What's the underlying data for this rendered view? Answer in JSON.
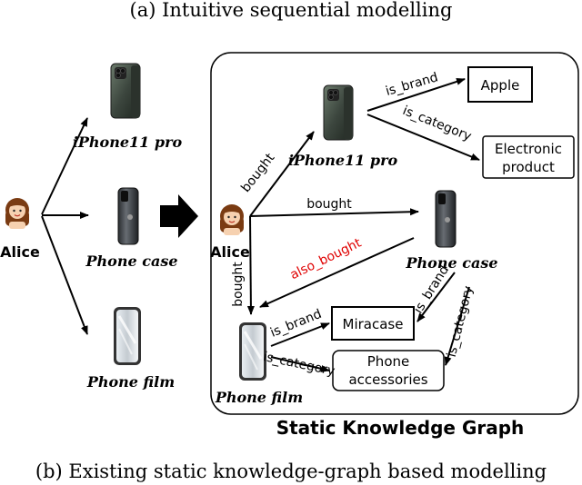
{
  "captions": {
    "top": "(a) Intuitive sequential modelling",
    "bottom": "(b) Existing static knowledge-graph based modelling"
  },
  "left": {
    "user": "Alice",
    "items": [
      "iPhone11 pro",
      "Phone case",
      "Phone film"
    ]
  },
  "kg": {
    "title": "Static Knowledge Graph",
    "user": "Alice",
    "items": {
      "iphone": "iPhone11 pro",
      "case": "Phone case",
      "film": "Phone film"
    },
    "boxes": {
      "apple": "Apple",
      "electronic_1": "Electronic",
      "electronic_2": "product",
      "miracase": "Miracase",
      "accessories_1": "Phone",
      "accessories_2": "accessories"
    },
    "edges": {
      "bought_iphone": "bought",
      "bought_case": "bought",
      "bought_film": "bought",
      "also_bought": "also_bought",
      "is_brand_iphone": "is_brand",
      "is_category_iphone": "is_category",
      "is_brand_case": "is_brand",
      "is_category_case": "is_category",
      "is_brand_film": "is_brand",
      "is_category_film": "is_category"
    },
    "colors": {
      "also_bought": "#e00000"
    }
  }
}
